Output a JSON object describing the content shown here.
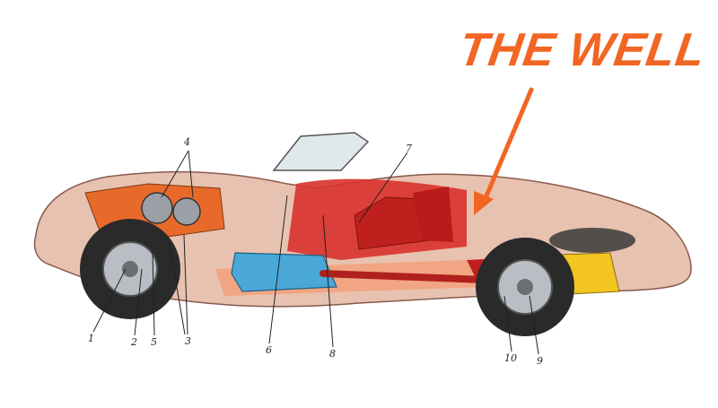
{
  "headline": {
    "text": "THE WELL",
    "color": "#f26522"
  },
  "callouts": [
    {
      "id": "1",
      "text": "1"
    },
    {
      "id": "2",
      "text": "2"
    },
    {
      "id": "5",
      "text": "5"
    },
    {
      "id": "3",
      "text": "3"
    },
    {
      "id": "4",
      "text": "4"
    },
    {
      "id": "6",
      "text": "6"
    },
    {
      "id": "7",
      "text": "7"
    },
    {
      "id": "8",
      "text": "8"
    },
    {
      "id": "10",
      "text": "10"
    },
    {
      "id": "9",
      "text": "9"
    }
  ],
  "colors": {
    "body": "#e8c2b0",
    "body_shadow": "#c9968a",
    "interior": "#d8322c",
    "engine": "#e86a2a",
    "gearbox": "#4aa8d8",
    "yellow_part": "#f2c521",
    "tire": "#2a2a2a",
    "rim": "#b9bec4",
    "accent": "#f26522"
  },
  "icons": [
    "tire-icon",
    "arrow-icon"
  ]
}
